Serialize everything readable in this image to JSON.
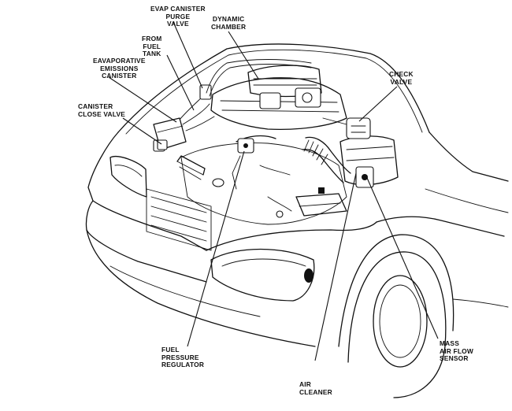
{
  "diagram": {
    "labels": {
      "evap_purge": [
        "EVAP CANISTER",
        "PURGE",
        "VALVE"
      ],
      "dynamic_chamber": [
        "DYNAMIC",
        "CHAMBER"
      ],
      "from_fuel_tank": [
        "FROM",
        "FUEL",
        "TANK"
      ],
      "evap_canister": [
        "EAVAPORATIVE",
        "EMISSIONS",
        "CANISTER"
      ],
      "canister_close": [
        "CANISTER",
        "CLOSE VALVE"
      ],
      "check_valve": [
        "CHECK",
        "VALVE"
      ],
      "fuel_pressure": [
        "FUEL",
        "PRESSURE",
        "REGULATOR"
      ],
      "air_cleaner": [
        "AIR",
        "CLEANER"
      ],
      "mass_air_flow": [
        "MASS",
        "AIR FLOW",
        "SENSOR"
      ]
    }
  }
}
